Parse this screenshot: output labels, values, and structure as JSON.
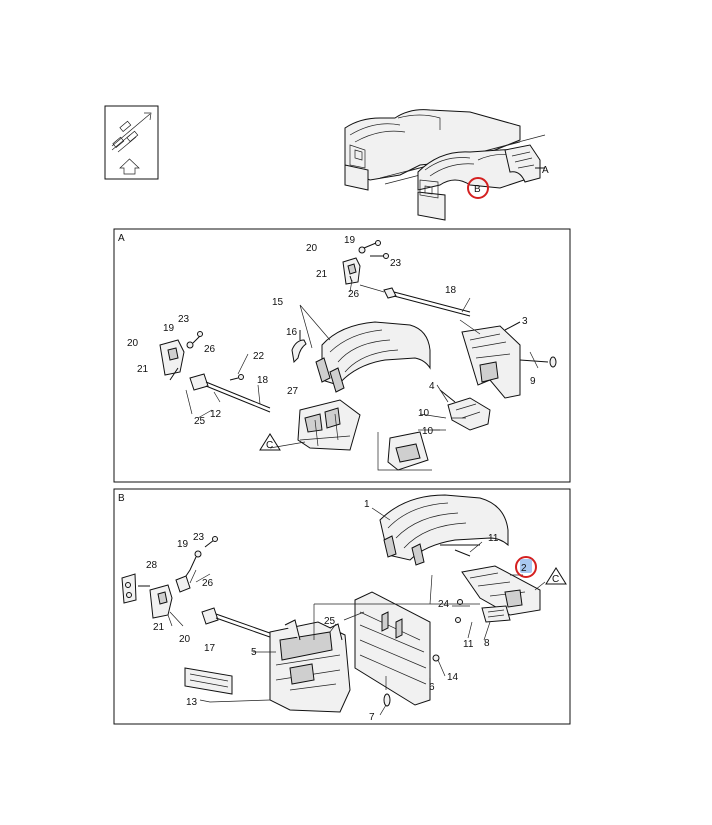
{
  "view_icon": {
    "name": "orientation-arrows-icon"
  },
  "overview": {
    "label_a": "A",
    "label_b": "B"
  },
  "panel_a": {
    "title": "A",
    "callouts": [
      "20",
      "19",
      "23",
      "21",
      "26",
      "18",
      "15",
      "16",
      "3",
      "23",
      "19",
      "20",
      "26",
      "22",
      "21",
      "18",
      "27",
      "9",
      "4",
      "10",
      "10",
      "25",
      "12",
      "C"
    ]
  },
  "panel_b": {
    "title": "B",
    "callouts": [
      "1",
      "11",
      "2",
      "C",
      "23",
      "19",
      "28",
      "26",
      "21",
      "20",
      "24",
      "17",
      "25",
      "11",
      "8",
      "5",
      "6",
      "14",
      "13",
      "7"
    ]
  },
  "highlight": {
    "color": "#d42020",
    "fill": "#a9c8f0"
  }
}
